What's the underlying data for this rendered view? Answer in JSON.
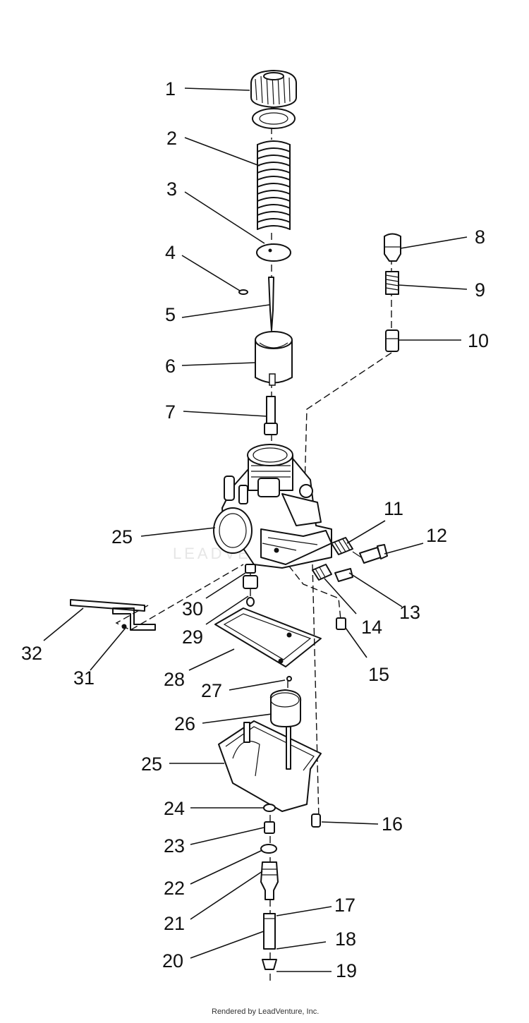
{
  "diagram": {
    "callouts": [
      {
        "id": "c1",
        "label": "1"
      },
      {
        "id": "c2",
        "label": "2"
      },
      {
        "id": "c3",
        "label": "3"
      },
      {
        "id": "c4",
        "label": "4"
      },
      {
        "id": "c5",
        "label": "5"
      },
      {
        "id": "c6",
        "label": "6"
      },
      {
        "id": "c7",
        "label": "7"
      },
      {
        "id": "c8",
        "label": "8"
      },
      {
        "id": "c9",
        "label": "9"
      },
      {
        "id": "c10",
        "label": "10"
      },
      {
        "id": "c11",
        "label": "11"
      },
      {
        "id": "c12",
        "label": "12"
      },
      {
        "id": "c13",
        "label": "13"
      },
      {
        "id": "c14",
        "label": "14"
      },
      {
        "id": "c15",
        "label": "15"
      },
      {
        "id": "c16",
        "label": "16"
      },
      {
        "id": "c17",
        "label": "17"
      },
      {
        "id": "c18",
        "label": "18"
      },
      {
        "id": "c19",
        "label": "19"
      },
      {
        "id": "c20",
        "label": "20"
      },
      {
        "id": "c21",
        "label": "21"
      },
      {
        "id": "c22",
        "label": "22"
      },
      {
        "id": "c23",
        "label": "23"
      },
      {
        "id": "c24",
        "label": "24"
      },
      {
        "id": "c25a",
        "label": "25"
      },
      {
        "id": "c25b",
        "label": "25"
      },
      {
        "id": "c26",
        "label": "26"
      },
      {
        "id": "c27",
        "label": "27"
      },
      {
        "id": "c28",
        "label": "28"
      },
      {
        "id": "c29",
        "label": "29"
      },
      {
        "id": "c30",
        "label": "30"
      },
      {
        "id": "c31",
        "label": "31"
      },
      {
        "id": "c32",
        "label": "32"
      }
    ],
    "watermark": "LEADVENTURE",
    "footer": "Rendered by LeadVenture, Inc."
  }
}
